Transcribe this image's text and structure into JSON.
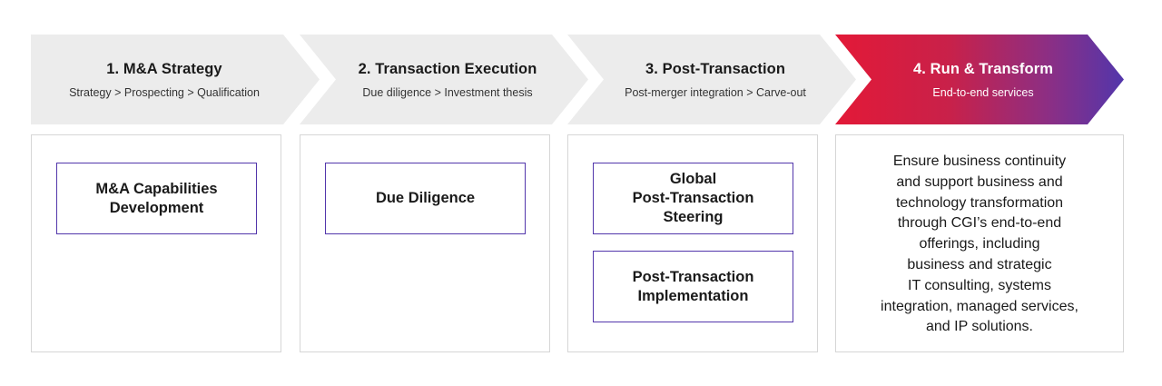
{
  "stages": [
    {
      "title": "1. M&A Strategy",
      "subtitle": "Strategy > Prospecting > Qualification"
    },
    {
      "title": "2. Transaction Execution",
      "subtitle": "Due diligence > Investment thesis"
    },
    {
      "title": "3. Post-Transaction",
      "subtitle": "Post-merger integration > Carve-out"
    },
    {
      "title": "4. Run & Transform",
      "subtitle": "End-to-end services"
    }
  ],
  "panels": {
    "panel1": {
      "boxes": [
        "M&A Capabilities\nDevelopment"
      ]
    },
    "panel2": {
      "boxes": [
        "Due Diligence"
      ]
    },
    "panel3": {
      "boxes": [
        "Global\nPost-Transaction\nSteering",
        "Post-Transaction\nImplementation"
      ]
    },
    "panel4": {
      "text": "Ensure business continuity\nand support business and\ntechnology transformation\nthrough CGI’s end-to-end\nofferings, including\nbusiness and strategic\nIT consulting, systems\nintegration, managed services,\nand IP solutions."
    }
  },
  "colors": {
    "chevron_gray": "#ececec",
    "gradient_red": "#e31937",
    "gradient_purple": "#5236ab",
    "box_border": "#5236ab",
    "panel_border": "#d6d6d6"
  }
}
